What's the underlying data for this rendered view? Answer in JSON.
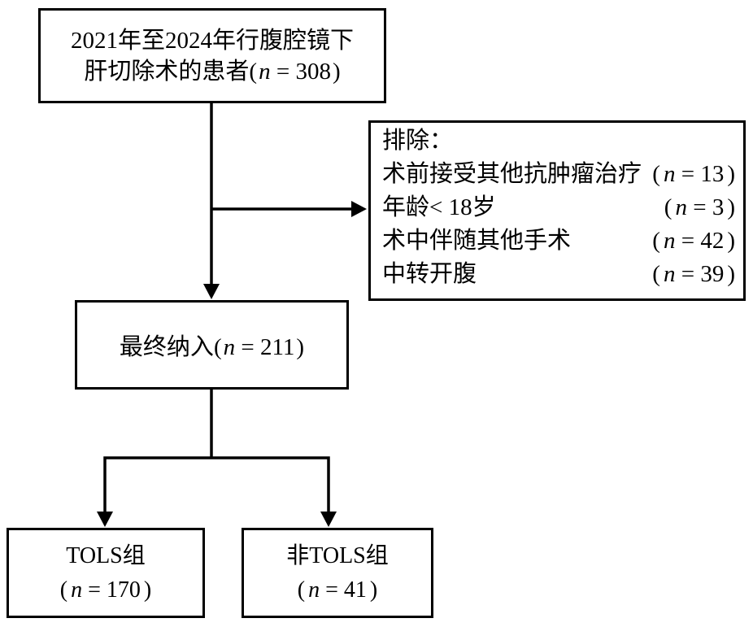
{
  "diagram": {
    "initial": {
      "line1": "2021年至2024年行腹腔镜下",
      "line2_text": "肝切除术的患者",
      "n": "308"
    },
    "exclusion": {
      "title": "排除：",
      "items": [
        {
          "label": "术前接受其他抗肿瘤治疗",
          "n": "13"
        },
        {
          "label": "年龄< 18岁",
          "n": "3"
        },
        {
          "label": "术中伴随其他手术",
          "n": "42"
        },
        {
          "label": "中转开腹",
          "n": "39"
        }
      ]
    },
    "included": {
      "text": "最终纳入",
      "n": "211"
    },
    "groups": [
      {
        "name": "TOLS组",
        "n": "170"
      },
      {
        "name": "非TOLS组",
        "n": "41"
      }
    ]
  },
  "math": {
    "open": "(",
    "n": "n",
    "eq": " = ",
    "close": ")"
  },
  "colors": {
    "ink": "#000000",
    "background": "#ffffff"
  }
}
